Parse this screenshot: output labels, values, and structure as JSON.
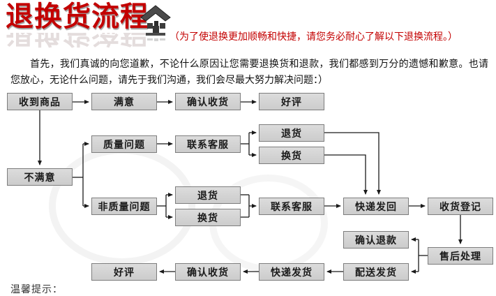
{
  "header": {
    "title": "退换货流程",
    "subtitle": "（为了使退换更加顺畅和快捷，请您务必耐心了解以下退换流程。）",
    "title_color": "#c30000",
    "icon": "house-icon"
  },
  "intro": "首先，我们真诚的向您道歉，不论什么原因让您需要退换货和退款，我们都感到万分的遗憾和歉意。也请您放心，无论什么问题，请先于我们沟通，我们会尽最大努力解决问题：）",
  "flowchart": {
    "box_fill": "#d3d3d3",
    "box_border": "#7d7d7d",
    "line_color": "#1a1a1a",
    "nodes": {
      "received": "收到商品",
      "satisfied": "满意",
      "confirm_receipt_top": "确认收货",
      "good_review_top": "好评",
      "quality_issue": "质量问题",
      "contact_service_quality": "联系客服",
      "return_quality": "退货",
      "exchange_quality": "换货",
      "unsatisfied": "不满意",
      "non_quality_issue": "非质量问题",
      "return_non_quality": "退货",
      "exchange_non_quality": "换货",
      "contact_service_non_quality": "联系客服",
      "express_send_back": "快递发回",
      "receipt_registration": "收货登记",
      "confirm_refund": "确认退款",
      "after_sales_processing": "售后处理",
      "delivery_dispatch": "配送发货",
      "express_dispatch": "快递发货",
      "confirm_receipt_bottom": "确认收货",
      "good_review_bottom": "好评"
    }
  },
  "footer": {
    "tips_label": "温馨提示："
  }
}
